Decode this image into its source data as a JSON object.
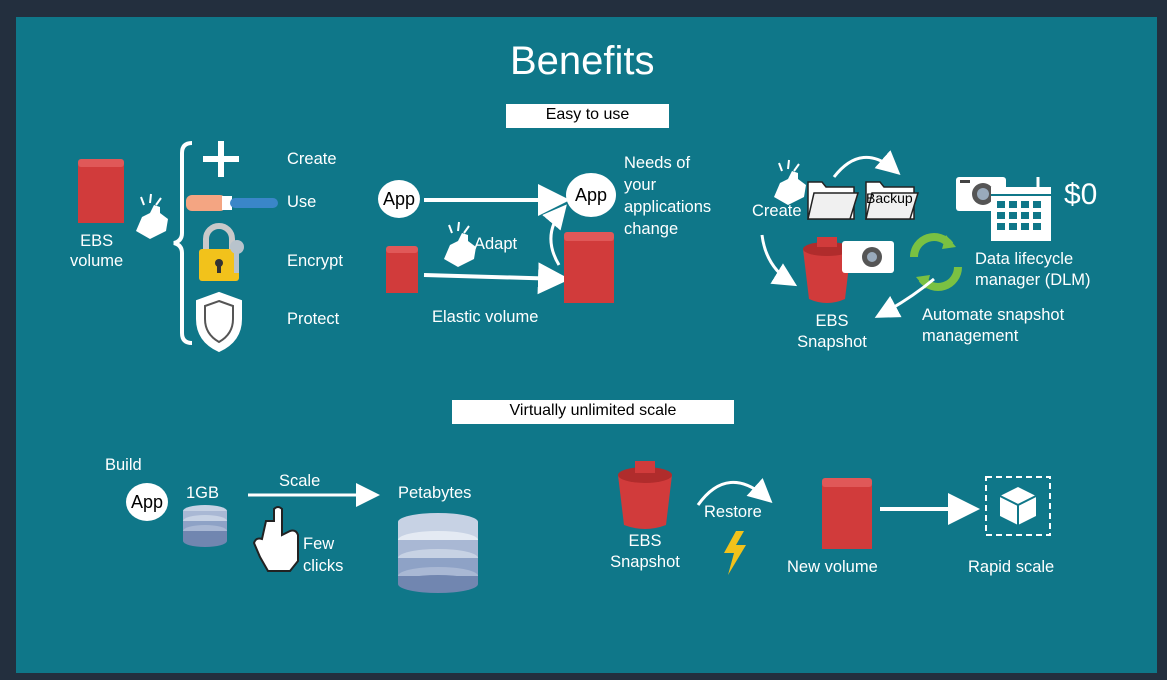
{
  "title": "Benefits",
  "sections": {
    "easy": "Easy to use",
    "scale": "Virtually unlimited scale"
  },
  "left_panel": {
    "ebs_volume": "EBS\nvolume",
    "actions": [
      "Create",
      "Use",
      "Encrypt",
      "Protect"
    ]
  },
  "elastic": {
    "app": "App",
    "app_big": "App",
    "adapt": "Adapt",
    "elastic_volume": "Elastic volume",
    "needs": "Needs of\nyour\napplications\nchange"
  },
  "snapshot_panel": {
    "create": "Create",
    "backup": "Backup",
    "price": "$0",
    "ebs_snapshot": "EBS\nSnapshot",
    "dlm": "Data lifecycle\nmanager (DLM)",
    "automate": "Automate snapshot\nmanagement"
  },
  "scale_panel": {
    "build": "Build",
    "app": "App",
    "size_small": "1GB",
    "scale": "Scale",
    "size_large": "Petabytes",
    "few_clicks": "Few\nclicks",
    "ebs_snapshot": "EBS\nSnapshot",
    "restore": "Restore",
    "new_volume": "New volume",
    "rapid_scale": "Rapid scale"
  },
  "colors": {
    "background": "#0f7789",
    "frame": "#232f3e",
    "volume_red": "#d13b3b",
    "lock_yellow": "#f2c21b",
    "green": "#7ac142",
    "db_blue": "#8ea2c6",
    "lightning": "#f2c21b"
  }
}
